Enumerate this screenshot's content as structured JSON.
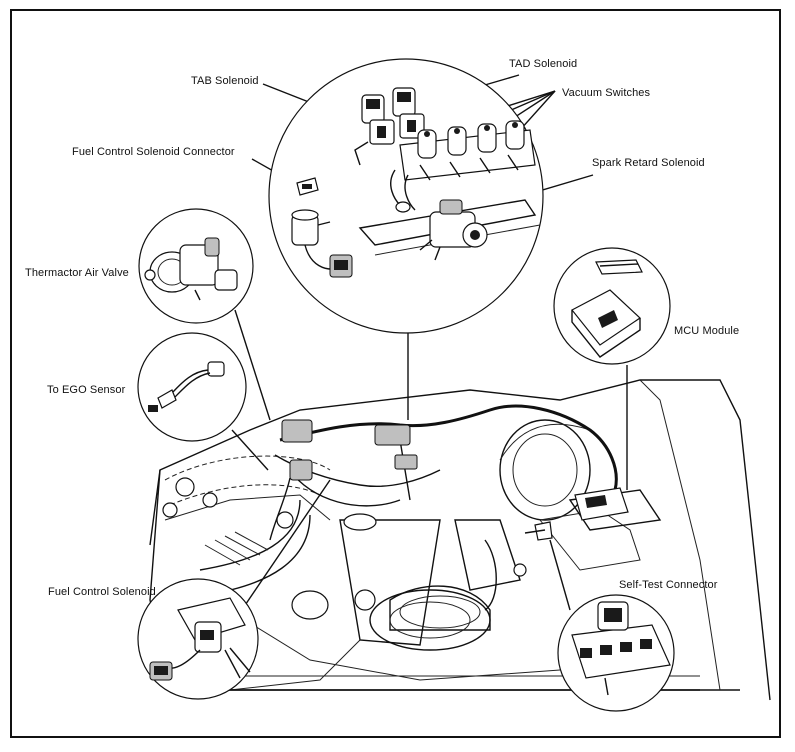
{
  "labels": {
    "tad_solenoid": "TAD Solenoid",
    "tab_solenoid": "TAB Solenoid",
    "vacuum_switches": "Vacuum Switches",
    "fuel_control_solenoid_connector": "Fuel Control Solenoid Connector",
    "spark_retard_solenoid": "Spark Retard Solenoid",
    "thermactor_air_valve": "Thermactor Air Valve",
    "mcu_module": "MCU Module",
    "to_ego_sensor": "To EGO Sensor",
    "fuel_control_solenoid": "Fuel Control Solenoid",
    "self_test_connector": "Self-Test Connector"
  },
  "colors": {
    "ink": "#111111",
    "paper": "#ffffff"
  }
}
